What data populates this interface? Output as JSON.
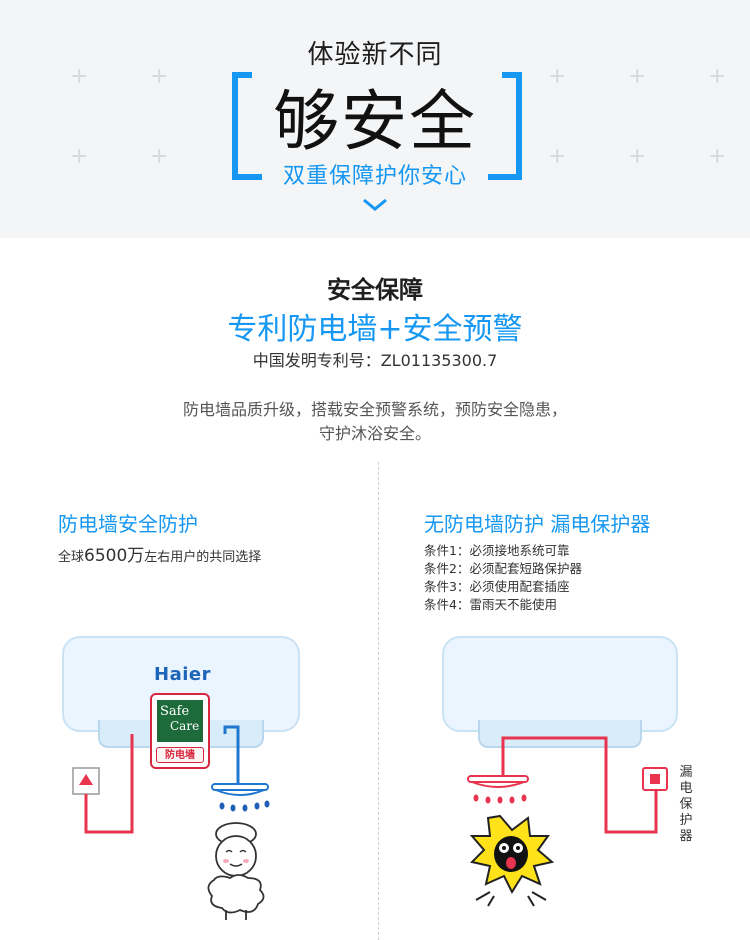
{
  "hero": {
    "kicker": "体验新不同",
    "title": "够安全",
    "subtitle": "双重保障护你安心"
  },
  "section": {
    "heading": "安全保障",
    "title": "专利防电墙+安全预警",
    "patent": "中国发明专利号：ZL01135300.7",
    "desc_line1": "防电墙品质升级，搭载安全预警系统，预防安全隐患，",
    "desc_line2": "守护沐浴安全。"
  },
  "left": {
    "title": "防电墙安全防护",
    "sub_prefix": "全球",
    "sub_number": "6500万",
    "sub_suffix": "左右用户的共同选择",
    "brand": "Haier",
    "badge_line1": "Safe",
    "badge_line2": "Care",
    "badge_label": "防电墙"
  },
  "right": {
    "title": "无防电墙防护 漏电保护器",
    "conditions": [
      "条件1：必须接地系统可靠",
      "条件2：必须配套短路保护器",
      "条件3：必须使用配套插座",
      "条件4：雷雨天不能使用"
    ],
    "protector_label": "漏电保护器"
  },
  "colors": {
    "accent_blue": "#1597f2",
    "pipe_red": "#e8344e",
    "pipe_blue": "#1f77d0",
    "danger_yellow": "#ffe21a"
  },
  "icons": {
    "down_chevron": "chevron-down-icon",
    "outlet": "power-outlet-icon",
    "shower_head": "shower-head-icon",
    "safe_person": "bathing-person-icon",
    "shocked_person": "electric-shock-icon",
    "leak_protector": "leakage-protector-icon"
  }
}
